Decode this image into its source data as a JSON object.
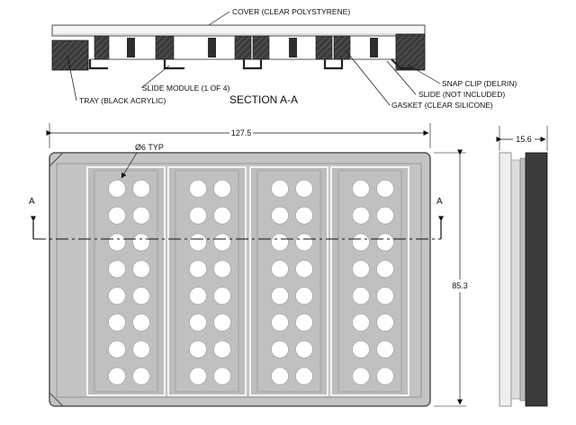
{
  "section_view": {
    "title": "SECTION A-A",
    "callouts": {
      "cover": "COVER (CLEAR POLYSTYRENE)",
      "snap_clip": "SNAP CLIP (DELRIN)",
      "slide": "SLIDE (NOT INCLUDED)",
      "gasket": "GASKET (CLEAR SILICONE)",
      "tray": "TRAY (BLACK ACRYLIC)",
      "slide_module": "SLIDE MODULE (1 OF 4)"
    }
  },
  "top_view": {
    "width_dim": "127.5",
    "height_dim": "85.3",
    "hole_note": "Ø6 TYP",
    "section_marker": "A",
    "modules": 4,
    "hole_columns_per_module": 2,
    "hole_rows": 8
  },
  "side_view": {
    "depth_dim": "15.6"
  },
  "colors": {
    "tray": "#c4c4c4",
    "tray_border": "#5a5a5a",
    "hole": "#ffffff",
    "black_acrylic": "#3a3a3a",
    "line": "#111111"
  }
}
